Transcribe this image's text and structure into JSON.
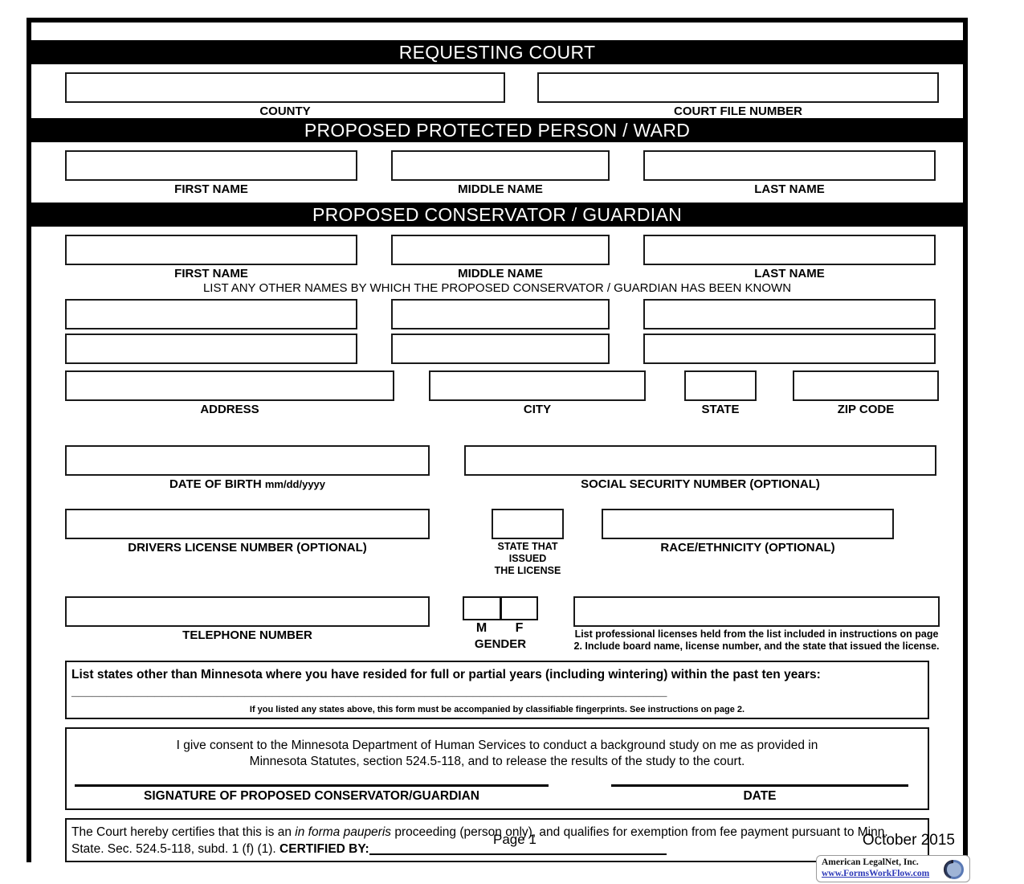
{
  "sections": {
    "requesting_court": {
      "title": "REQUESTING COURT",
      "county_label": "COUNTY",
      "court_file_label": "COURT FILE NUMBER"
    },
    "ward": {
      "title": "PROPOSED PROTECTED PERSON / WARD",
      "first_label": "FIRST NAME",
      "middle_label": "MIDDLE NAME",
      "last_label": "LAST NAME"
    },
    "conservator": {
      "title": "PROPOSED CONSERVATOR / GUARDIAN",
      "first_label": "FIRST NAME",
      "middle_label": "MIDDLE NAME",
      "last_label": "LAST NAME",
      "other_names_note": "LIST ANY OTHER NAMES BY WHICH THE PROPOSED CONSERVATOR / GUARDIAN HAS BEEN KNOWN",
      "address_label": "ADDRESS",
      "city_label": "CITY",
      "state_label": "STATE",
      "zip_label": "ZIP CODE",
      "dob_label_bold": "DATE OF BIRTH",
      "dob_label_format": "mm/dd/yyyy",
      "ssn_label": "SOCIAL SECURITY NUMBER (OPTIONAL)",
      "dl_label": "DRIVERS LICENSE NUMBER (OPTIONAL)",
      "dl_state_label_line1": "STATE THAT ISSUED",
      "dl_state_label_line2": "THE LICENSE",
      "race_label": "RACE/ETHNICITY (OPTIONAL)",
      "phone_label": "TELEPHONE NUMBER",
      "gender_m": "M",
      "gender_f": "F",
      "gender_label": "GENDER",
      "prof_lic_note": "List professional licenses held from the list included in instructions on page 2. Include board name, license number, and the state that issued the license."
    }
  },
  "statements": {
    "residency_text": "List states other than Minnesota where you have resided for full or partial years (including wintering) within the past ten years:",
    "residency_blank": "______________________________________________________________________________________",
    "residency_fineprint": "If you listed any states above, this form must be accompanied by classifiable fingerprints. See instructions on page 2.",
    "consent_line1": "I give consent to the Minnesota Department of Human Services to conduct a background study on me as  provided in",
    "consent_line2": "Minnesota Statutes, section 524.5-118, and to release the results of the study to the court.",
    "signature_label": "SIGNATURE OF PROPOSED CONSERVATOR/GUARDIAN",
    "date_label": "DATE",
    "ifp_part1": "The Court hereby certifies that this is an ",
    "ifp_italic": "in forma pauperis",
    "ifp_part2": " proceeding (person only), and qualifies for exemption from fee payment pursuant to Minn. State. Sec. 524.5-118, subd. 1 (f) (1).   ",
    "ifp_certified_by": "CERTIFIED BY:"
  },
  "footer": {
    "page": "Page 1",
    "date": "October 2015"
  },
  "badge": {
    "company": "American LegalNet, Inc.",
    "website": "www.FormsWorkFlow.com"
  }
}
